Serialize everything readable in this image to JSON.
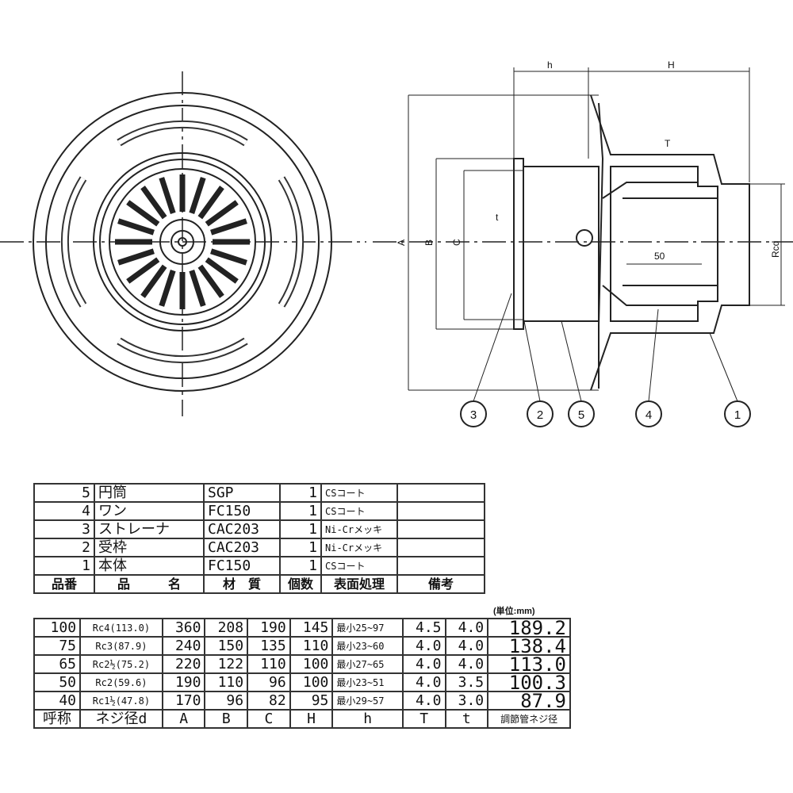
{
  "drawing": {
    "dims": {
      "h": "h",
      "H": "H",
      "A": "A",
      "B": "B",
      "C": "C",
      "T": "T",
      "t": "t",
      "d": "Rcd",
      "len": "50"
    },
    "callouts": [
      "3",
      "2",
      "5",
      "4",
      "1"
    ]
  },
  "parts_table": {
    "rows": [
      {
        "no": "5",
        "name": "円筒",
        "material": "SGP",
        "qty": "1",
        "finish": "CSコート",
        "remarks": ""
      },
      {
        "no": "4",
        "name": "ワン",
        "material": "FC150",
        "qty": "1",
        "finish": "CSコート",
        "remarks": ""
      },
      {
        "no": "3",
        "name": "ストレーナ",
        "material": "CAC203",
        "qty": "1",
        "finish": "Ni-Crメッキ",
        "remarks": ""
      },
      {
        "no": "2",
        "name": "受枠",
        "material": "CAC203",
        "qty": "1",
        "finish": "Ni-Crメッキ",
        "remarks": ""
      },
      {
        "no": "1",
        "name": "本体",
        "material": "FC150",
        "qty": "1",
        "finish": "CSコート",
        "remarks": ""
      }
    ],
    "header": {
      "no": "品番",
      "name": "品　　　名",
      "material": "材　質",
      "qty": "個数",
      "finish": "表面処理",
      "remarks": "備考"
    }
  },
  "dim_table": {
    "unit": "(単位:mm)",
    "rows": [
      [
        "100",
        "Rc4(113.0)",
        "360",
        "208",
        "190",
        "145",
        "最小25~97",
        "4.5",
        "4.0",
        "189.2"
      ],
      [
        "75",
        "Rc3(87.9)",
        "240",
        "150",
        "135",
        "110",
        "最小23~60",
        "4.0",
        "4.0",
        "138.4"
      ],
      [
        "65",
        "Rc2½(75.2)",
        "220",
        "122",
        "110",
        "100",
        "最小27~65",
        "4.0",
        "4.0",
        "113.0"
      ],
      [
        "50",
        "Rc2(59.6)",
        "190",
        "110",
        "96",
        "100",
        "最小23~51",
        "4.0",
        "3.5",
        "100.3"
      ],
      [
        "40",
        "Rc1½(47.8)",
        "170",
        "96",
        "82",
        "95",
        "最小29~57",
        "4.0",
        "3.0",
        "87.9"
      ]
    ],
    "header": [
      "呼称",
      "ネジ径d",
      "A",
      "B",
      "C",
      "H",
      "h",
      "T",
      "t",
      "調節管ネジ径"
    ]
  }
}
